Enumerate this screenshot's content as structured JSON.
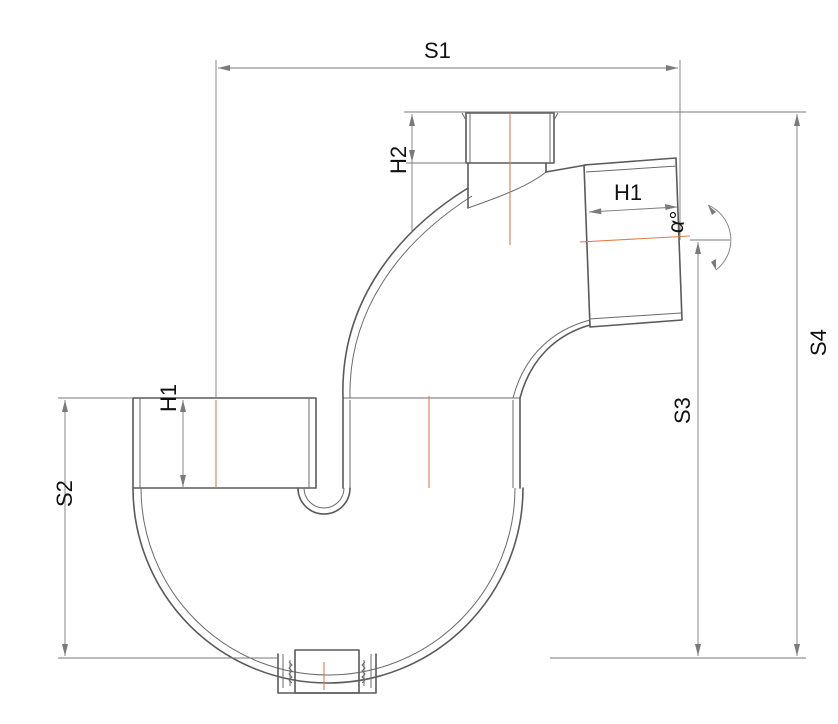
{
  "labels": {
    "s1": "S1",
    "s2": "S2",
    "s3": "S3",
    "s4": "S4",
    "h1_top": "H1",
    "h1_left": "H1",
    "h2": "H2",
    "angle": "α°"
  },
  "colors": {
    "outline": "#5a5a5a",
    "dimension": "#7a7a7a",
    "centerline": "#e07a4a",
    "text": "#111111"
  }
}
